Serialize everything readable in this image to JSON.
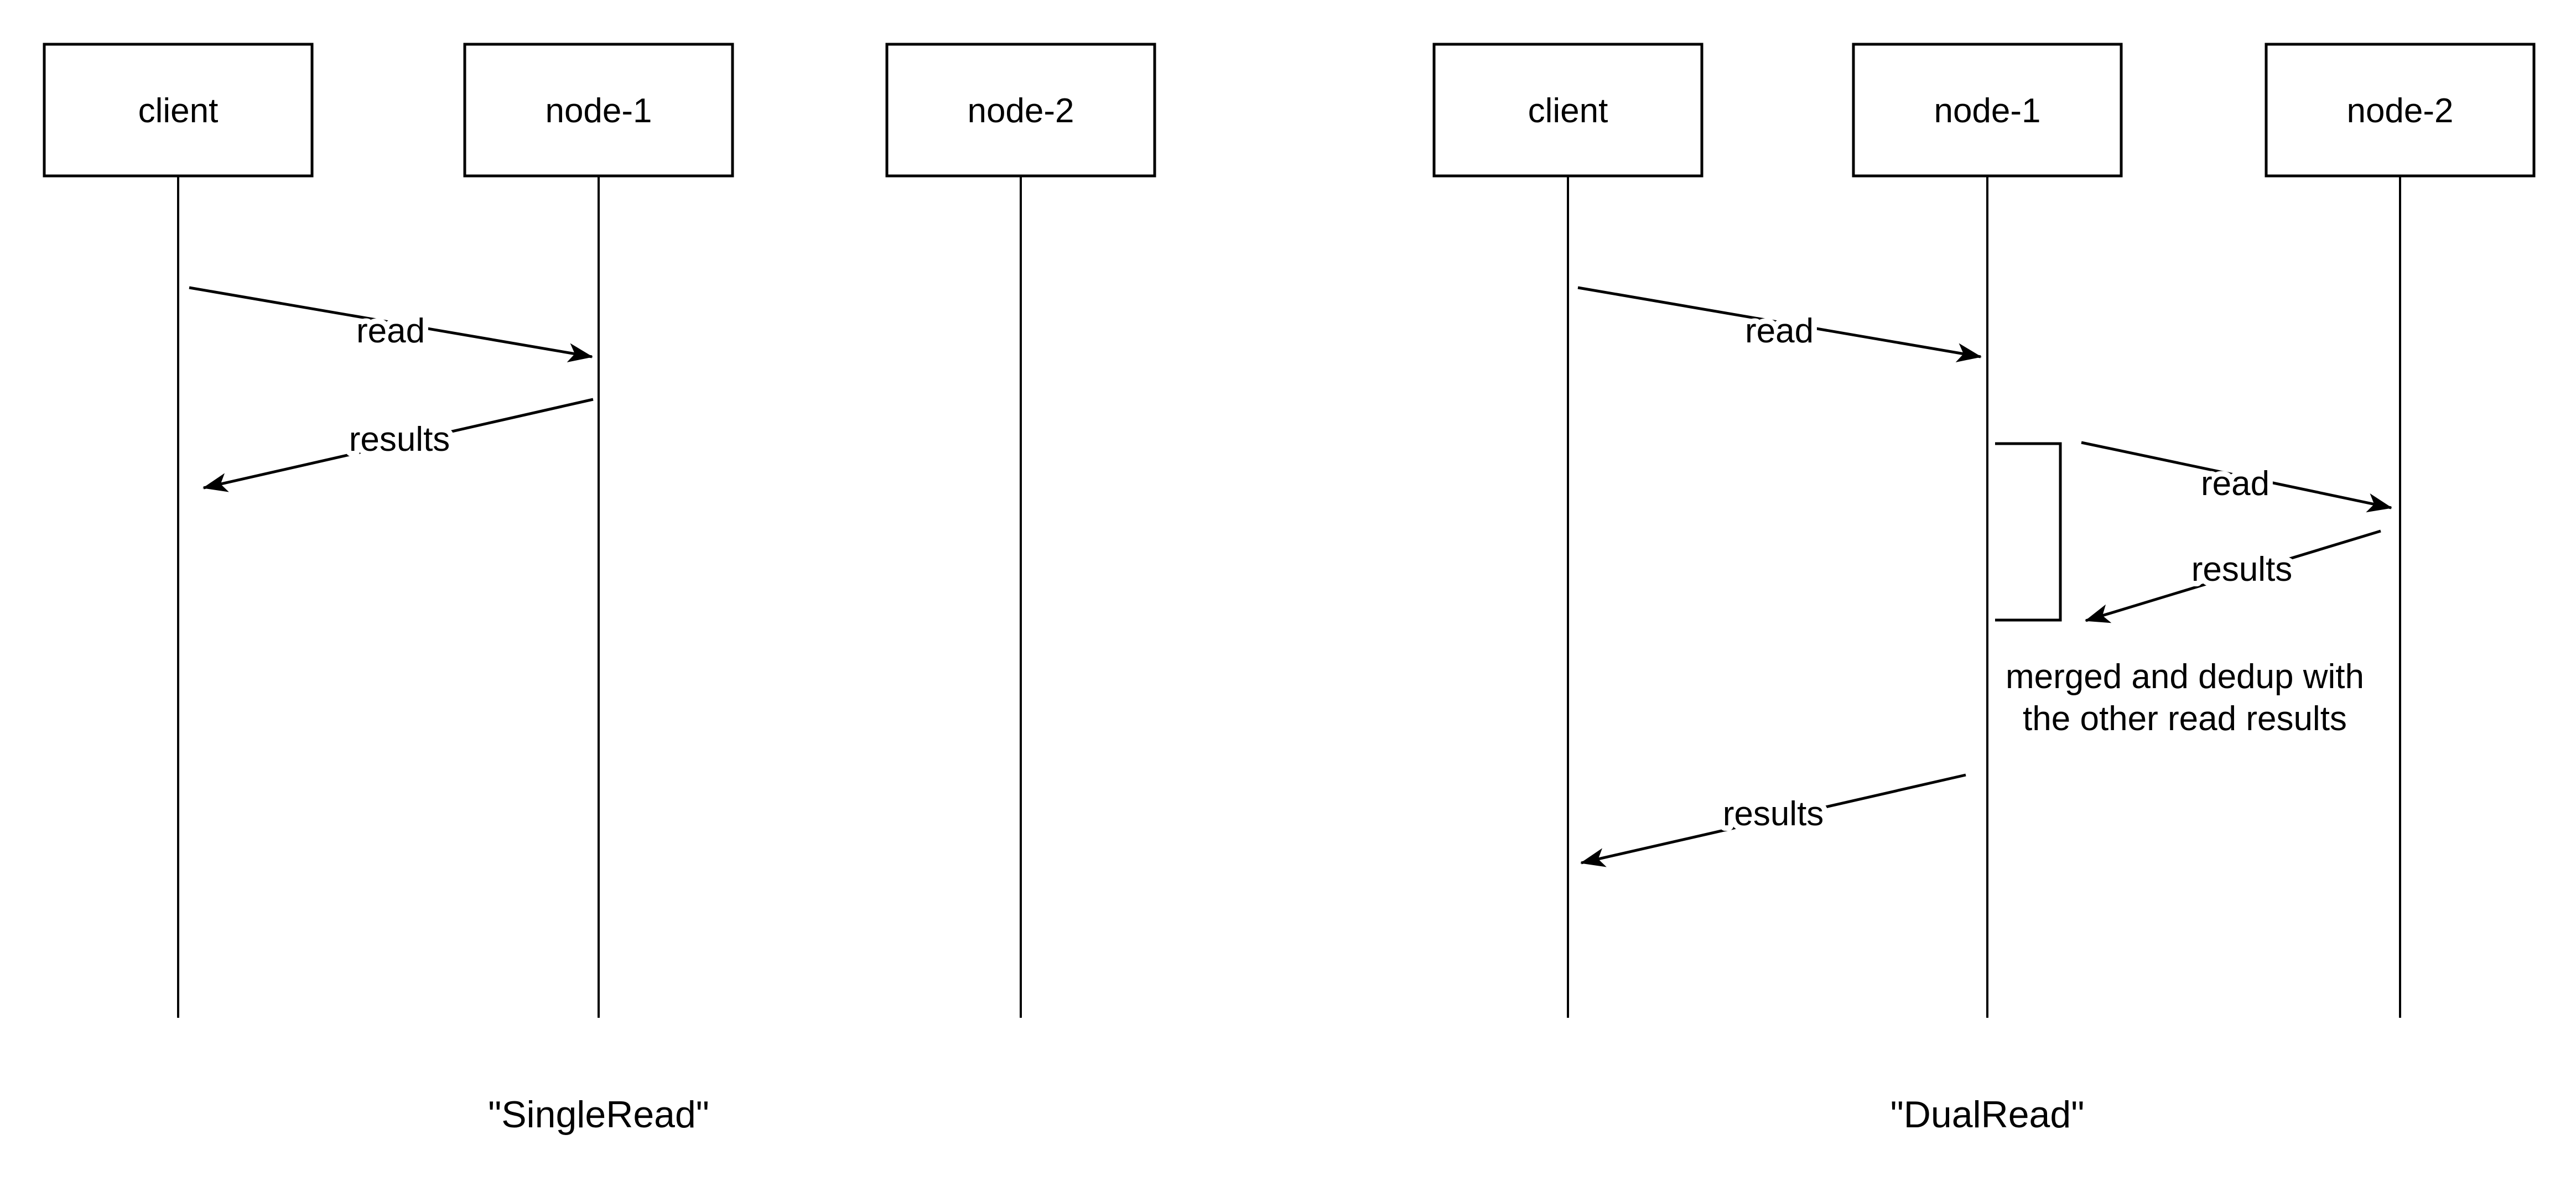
{
  "colors": {
    "background": "#ffffff",
    "ink": "#000000"
  },
  "diagrams": [
    {
      "id": "single-read",
      "caption": "\"SingleRead\"",
      "actors": [
        {
          "name": "client"
        },
        {
          "name": "node-1"
        },
        {
          "name": "node-2"
        }
      ],
      "messages": [
        {
          "label": "read",
          "from": "client",
          "to": "node-1"
        },
        {
          "label": "results",
          "from": "node-1",
          "to": "client"
        }
      ]
    },
    {
      "id": "dual-read",
      "caption": "\"DualRead\"",
      "actors": [
        {
          "name": "client"
        },
        {
          "name": "node-1"
        },
        {
          "name": "node-2"
        }
      ],
      "messages": [
        {
          "label": "read",
          "from": "client",
          "to": "node-1"
        },
        {
          "label": "read",
          "from": "node-1",
          "to": "node-2"
        },
        {
          "label": "results",
          "from": "node-2",
          "to": "node-1"
        },
        {
          "label": "results",
          "from": "node-1",
          "to": "client"
        }
      ],
      "note": {
        "line1": "merged and dedup with",
        "line2": "the other read results"
      }
    }
  ]
}
